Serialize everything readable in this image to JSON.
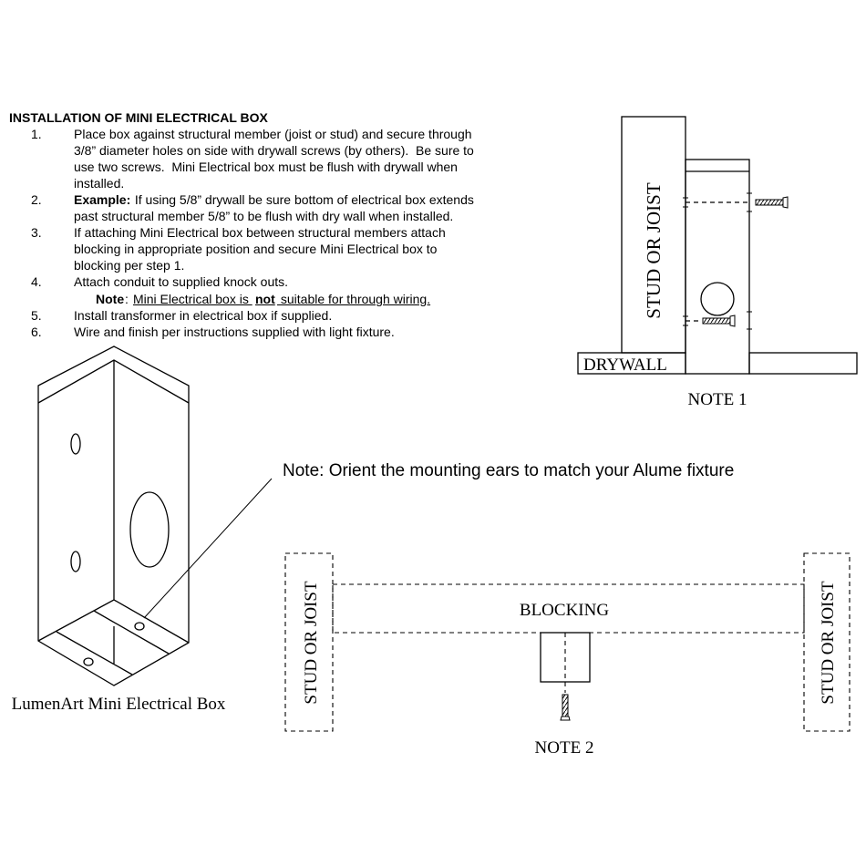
{
  "instructions": {
    "heading": "INSTALLATION OF MINI ELECTRICAL BOX",
    "steps": [
      {
        "number": "1.",
        "lines": [
          "Place box against structural member (joist or stud) and secure through",
          "3/8” diameter holes on side with drywall screws (by others).  Be sure to",
          "use two screws.  Mini Electrical box must be flush with drywall when",
          "installed."
        ]
      },
      {
        "number": "2.",
        "bold_prefix": "Example:",
        "lines": [
          " If using 5/8” drywall be sure bottom of electrical box extends",
          "past structural member 5/8” to be flush with dry wall when installed."
        ]
      },
      {
        "number": "3.",
        "lines": [
          "If attaching Mini Electrical box between structural members attach",
          "blocking in appropriate position and secure Mini Electrical box to",
          "blocking per step 1."
        ]
      },
      {
        "number": "4.",
        "lines": [
          "Attach conduit to supplied knock outs."
        ]
      },
      {
        "number": "5.",
        "lines": [
          "Install transformer in electrical box if supplied."
        ]
      },
      {
        "number": "6.",
        "lines": [
          "Wire and finish per instructions supplied with light fixture."
        ]
      }
    ],
    "note": {
      "label": "Note",
      "colon": ": ",
      "text_a": "Mini Electrical box is ",
      "text_bold": "not",
      "text_b": " suitable for through wiring."
    }
  },
  "note1": {
    "stud_label": "STUD OR JOIST",
    "drywall_label": "DRYWALL",
    "caption": "NOTE 1"
  },
  "box_figure": {
    "caption": "LumenArt Mini Electrical Box",
    "callout": "Note:  Orient the mounting ears to match your Alume fixture"
  },
  "note2": {
    "stud_left_label": "STUD OR JOIST",
    "stud_right_label": "STUD OR JOIST",
    "blocking_label": "BLOCKING",
    "caption": "NOTE 2"
  }
}
